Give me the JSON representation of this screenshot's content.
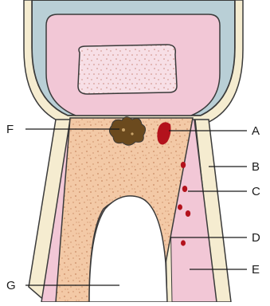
{
  "labels": {
    "A": "A",
    "B": "B",
    "C": "C",
    "D": "D",
    "E": "E",
    "F": "F",
    "G": "G"
  },
  "colors": {
    "stone_blue": "#b9cfd6",
    "outline": "#3a3a3a",
    "enamel_pink": "#f2c7d6",
    "inner_pink": "#f6d4e0",
    "sandy_core": "#f3c9a6",
    "speckle": "#b97a5a",
    "cream_band": "#f5ecd0",
    "lesion_brown": "#6b4a1e",
    "red_spot": "#b3121c"
  }
}
